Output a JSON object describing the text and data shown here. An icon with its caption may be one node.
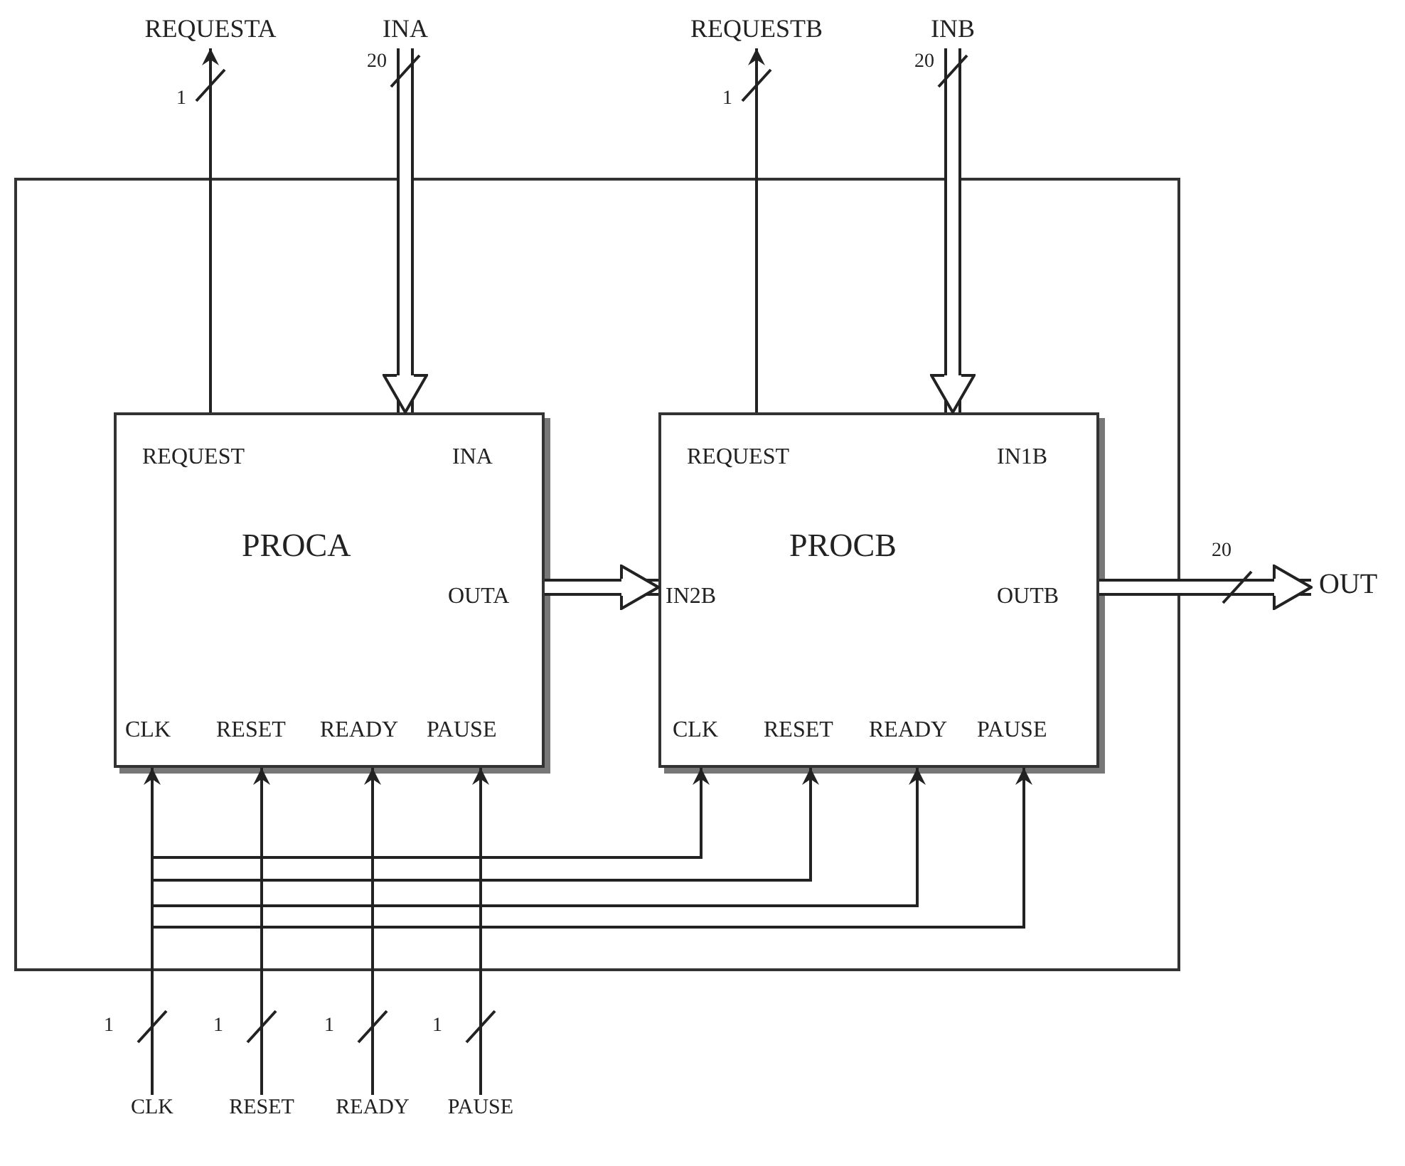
{
  "diagram": {
    "nodes": [
      {
        "text": [],
        "shape": "box"
      },
      {
        "text": [
          "REQUEST",
          "INA",
          "PROCA",
          "OUTA",
          "CLK",
          "RESET",
          "READY",
          "PAUSE"
        ],
        "in": 0
      },
      {
        "text": [
          "REQUEST",
          "IN1B",
          "PROCB",
          "IN2B",
          "OUTB",
          "CLK",
          "RESET",
          "READY",
          "PAUSE"
        ],
        "in": 0
      },
      {
        "text": [
          "REQUESTA"
        ]
      },
      {
        "text": [
          "INA"
        ]
      },
      {
        "text": [
          "REQUESTB"
        ]
      },
      {
        "text": [
          "INB"
        ]
      },
      {
        "text": [
          "OUT"
        ]
      },
      {
        "text": [
          "CLK"
        ]
      },
      {
        "text": [
          "RESET"
        ]
      },
      {
        "text": [
          "READY"
        ]
      },
      {
        "text": [
          "PAUSE"
        ]
      }
    ],
    "edges": [
      {
        "from": 1,
        "to": 3,
        "arrow": "to",
        "label": "1"
      },
      {
        "from": 4,
        "to": 1,
        "arrow": "to",
        "label": "20",
        "style": "thick"
      },
      {
        "from": 2,
        "to": 5,
        "arrow": "to",
        "label": "1"
      },
      {
        "from": 6,
        "to": 2,
        "arrow": "to",
        "label": "20",
        "style": "thick"
      },
      {
        "from": 1,
        "to": 2,
        "arrow": "to",
        "style": "thick"
      },
      {
        "from": 2,
        "to": 7,
        "arrow": "to",
        "label": "20",
        "style": "thick"
      },
      {
        "from": 8,
        "to": 1,
        "arrow": "to",
        "label": "1"
      },
      {
        "from": 9,
        "to": 1,
        "arrow": "to",
        "label": "1"
      },
      {
        "from": 10,
        "to": 1,
        "arrow": "to",
        "label": "1"
      },
      {
        "from": 11,
        "to": 1,
        "arrow": "to",
        "label": "1"
      },
      {
        "from": 8,
        "to": 2,
        "arrow": "to"
      },
      {
        "from": 9,
        "to": 2,
        "arrow": "to"
      },
      {
        "from": 10,
        "to": 2,
        "arrow": "to"
      },
      {
        "from": 11,
        "to": 2,
        "arrow": "to"
      }
    ]
  }
}
